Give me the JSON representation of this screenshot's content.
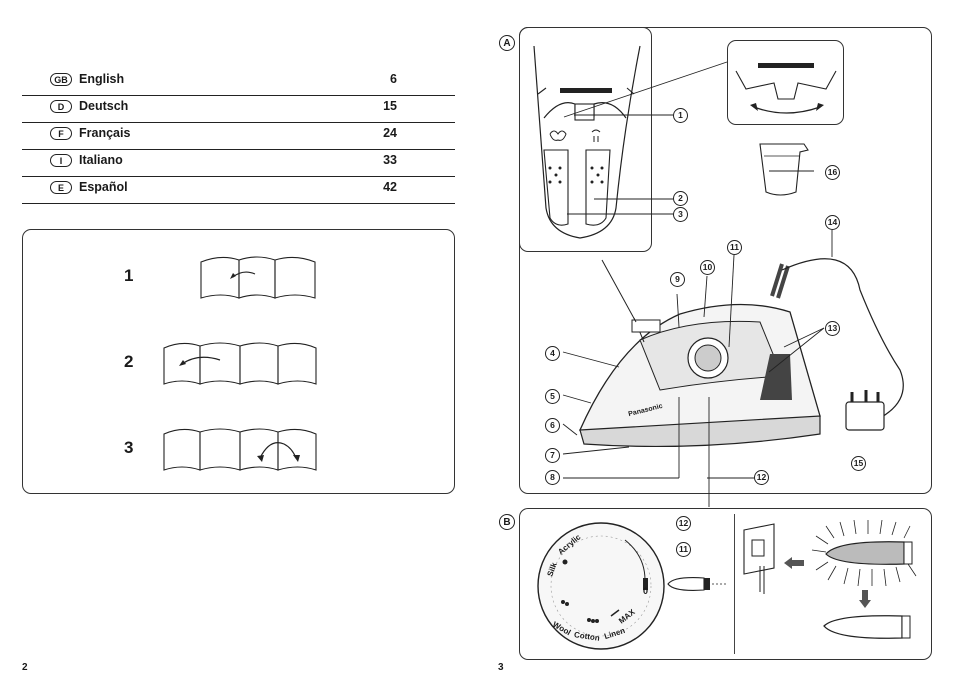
{
  "languages": [
    {
      "code": "GB",
      "name": "English",
      "page": "6"
    },
    {
      "code": "D",
      "name": "Deutsch",
      "page": "15"
    },
    {
      "code": "F",
      "name": "Français",
      "page": "24"
    },
    {
      "code": "I",
      "name": "Italiano",
      "page": "33"
    },
    {
      "code": "E",
      "name": "Español",
      "page": "42"
    }
  ],
  "reading_steps": [
    "1",
    "2",
    "3"
  ],
  "page_numbers": {
    "left": "2",
    "right": "3"
  },
  "sections": {
    "a": "A",
    "b": "B"
  },
  "callouts": [
    "1",
    "2",
    "3",
    "4",
    "5",
    "6",
    "7",
    "8",
    "9",
    "10",
    "11",
    "12",
    "13",
    "14",
    "15",
    "16"
  ],
  "iron_brand": "Panasonic",
  "dial_labels": {
    "acrylic": "Acrylic",
    "silk": "Silk",
    "wool": "Wool",
    "cotton": "Cotton",
    "linen": "Linen",
    "max": "MAX",
    "off": "0"
  }
}
